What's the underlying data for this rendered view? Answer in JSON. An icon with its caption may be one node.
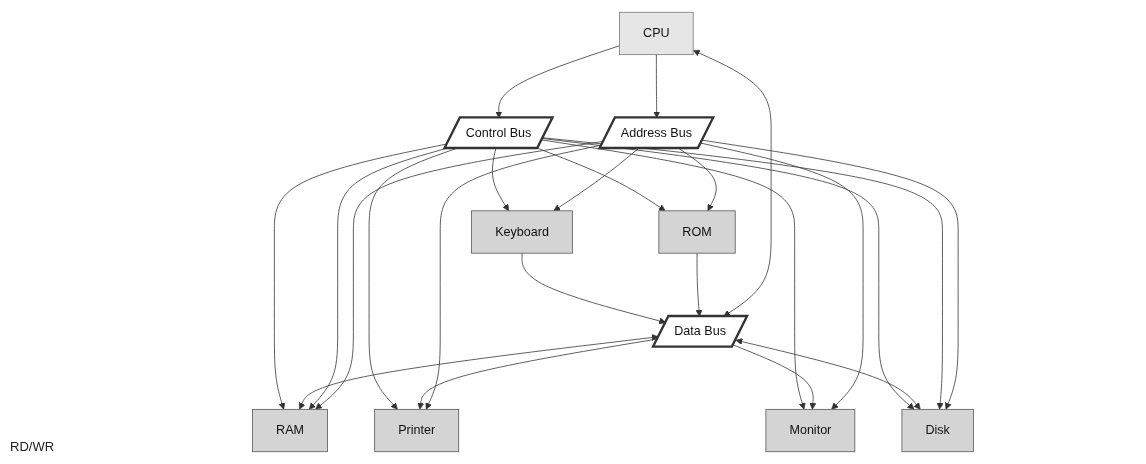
{
  "diagram": {
    "nodes": [
      {
        "text": [
          "CPU"
        ]
      },
      {
        "text": [
          "Address Bus"
        ]
      },
      {
        "text": [
          "RAM"
        ]
      },
      {
        "text": [
          "ROM"
        ]
      },
      {
        "text": [
          "Printer"
        ]
      },
      {
        "text": [
          "Disk"
        ]
      },
      {
        "text": [
          "Monitor"
        ]
      },
      {
        "text": [
          "Keyboard"
        ]
      },
      {
        "text": [
          "Data Bus"
        ]
      },
      {
        "text": [
          "Control Bus"
        ]
      }
    ],
    "edges": [
      {
        "from": 0,
        "to": 1,
        "arrow": "to"
      },
      {
        "from": 0,
        "to": 8,
        "arrow": "both"
      },
      {
        "from": 0,
        "to": 9,
        "arrow": "to"
      },
      {
        "from": 1,
        "to": 2,
        "arrow": "to"
      },
      {
        "from": 1,
        "to": 3,
        "arrow": "to"
      },
      {
        "from": 1,
        "to": 4,
        "arrow": "to"
      },
      {
        "from": 1,
        "to": 5,
        "arrow": "to"
      },
      {
        "from": 1,
        "to": 6,
        "arrow": "to"
      },
      {
        "from": 1,
        "to": 7,
        "arrow": "to"
      },
      {
        "from": 9,
        "to": 2,
        "arrow": "to"
      },
      {
        "from": 8,
        "to": 2,
        "arrow": "both"
      },
      {
        "from": 9,
        "to": 2,
        "arrow": "to"
      },
      {
        "from": 9,
        "to": 3,
        "arrow": "to"
      },
      {
        "from": 3,
        "to": 8,
        "arrow": "to"
      },
      {
        "from": 8,
        "to": 4,
        "arrow": "to"
      },
      {
        "from": 9,
        "to": 4,
        "arrow": "to"
      },
      {
        "from": 9,
        "to": 5,
        "arrow": "to"
      },
      {
        "from": 8,
        "to": 5,
        "arrow": "both"
      },
      {
        "from": 9,
        "to": 5,
        "arrow": "to"
      },
      {
        "from": 8,
        "to": 6,
        "arrow": "to"
      },
      {
        "from": 9,
        "to": 6,
        "arrow": "to"
      },
      {
        "from": 9,
        "to": 7,
        "arrow": "to"
      },
      {
        "from": 7,
        "to": 8,
        "arrow": "to"
      }
    ],
    "labels": [
      "RD/WR"
    ]
  }
}
